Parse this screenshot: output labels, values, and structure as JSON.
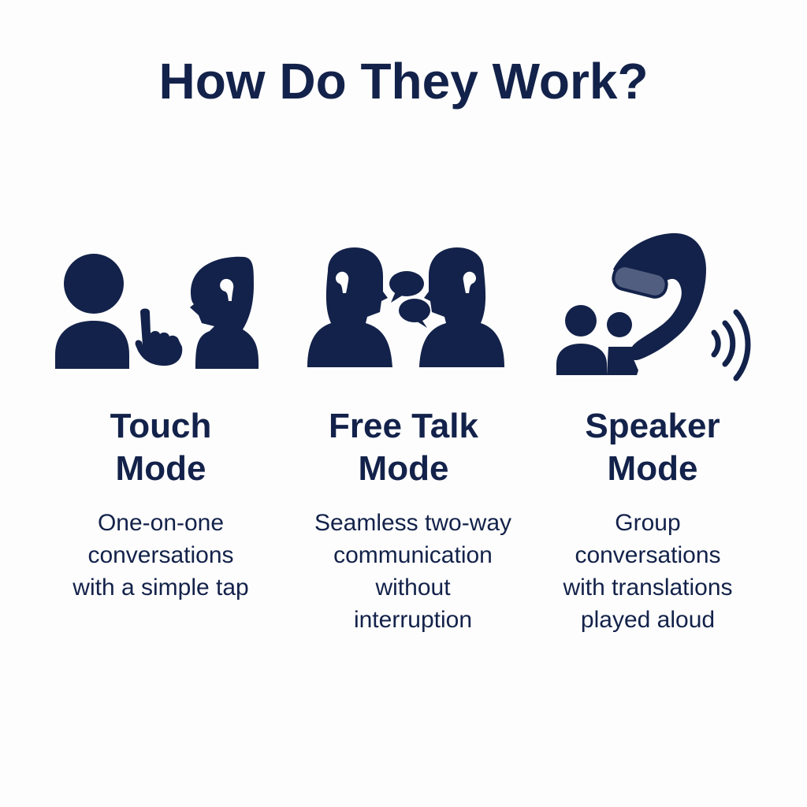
{
  "title": "How Do They Work?",
  "colors": {
    "primary": "#13224a",
    "accent_light": "#525e80",
    "background": "#fdfdfd"
  },
  "modes": [
    {
      "icon": "person-tap-earbud-icon",
      "title_lines": [
        "Touch",
        "Mode"
      ],
      "desc_lines": [
        "One-on-one",
        "conversations",
        "with a simple tap"
      ]
    },
    {
      "icon": "two-people-speech-bubbles-icon",
      "title_lines": [
        "Free Talk",
        "Mode"
      ],
      "desc_lines": [
        "Seamless two-way",
        "communication",
        "without",
        "interruption"
      ]
    },
    {
      "icon": "group-earhook-sound-icon",
      "title_lines": [
        "Speaker",
        "Mode"
      ],
      "desc_lines": [
        "Group",
        "conversations",
        "with translations",
        "played aloud"
      ]
    }
  ]
}
